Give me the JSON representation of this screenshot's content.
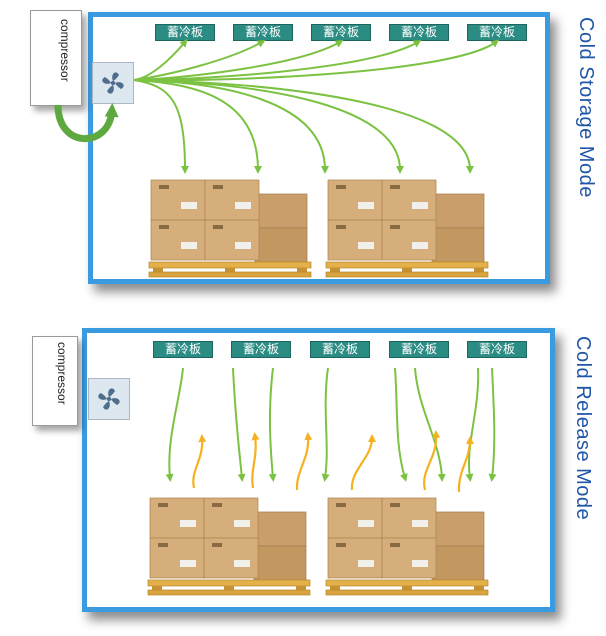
{
  "diagram": {
    "top_panel": {
      "title": "Cold Storage Mode",
      "compressor_label": "compressor",
      "plates": [
        "蓄冷板",
        "蓄冷板",
        "蓄冷板",
        "蓄冷板",
        "蓄冷板"
      ]
    },
    "bottom_panel": {
      "title": "Cold Release Mode",
      "compressor_label": "compressor",
      "plates": [
        "蓄冷板",
        "蓄冷板",
        "蓄冷板",
        "蓄冷板",
        "蓄冷板"
      ]
    },
    "colors": {
      "frame": "#3a9be0",
      "title": "#1f56a8",
      "plate": "#2b8c83",
      "cold_arrow": "#7cc242",
      "warm_arrow": "#f5b120",
      "box": "#d6ae7b",
      "pallet": "#e3b04a"
    }
  }
}
